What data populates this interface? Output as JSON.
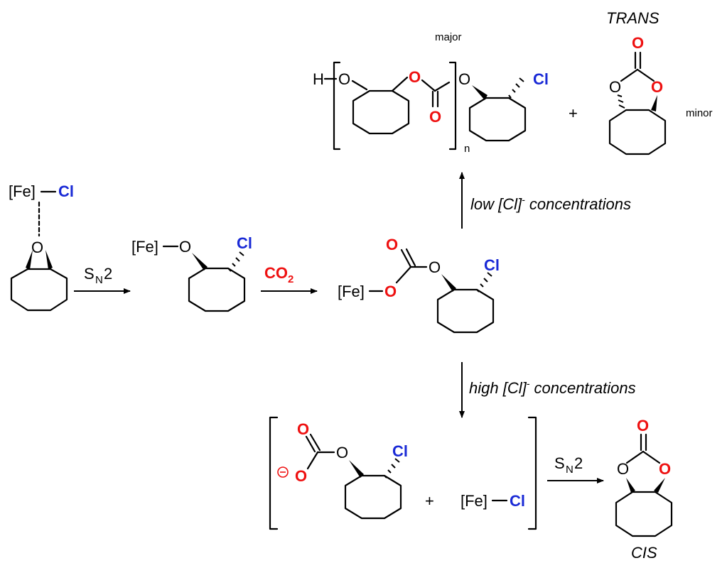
{
  "labels": {
    "fe": "[Fe]",
    "cl": "Cl",
    "o": "O",
    "h": "H",
    "n": "n",
    "plus": "+",
    "major": "major",
    "minor": "minor",
    "trans": "TRANS",
    "cis": "CIS",
    "co2_c": "CO",
    "co2_sub": "2",
    "sn2_s": "S",
    "sn2_sub": "N",
    "sn2_2": "2",
    "low_a": "low [Cl]",
    "low_sup": "-",
    "low_b": " concentrations",
    "high_a": "high [Cl]",
    "high_sup": "-",
    "high_b": " concentrations"
  },
  "colors": {
    "oxygen": "#ee1111",
    "chlorine": "#1a2ad6",
    "bond": "#000000"
  }
}
